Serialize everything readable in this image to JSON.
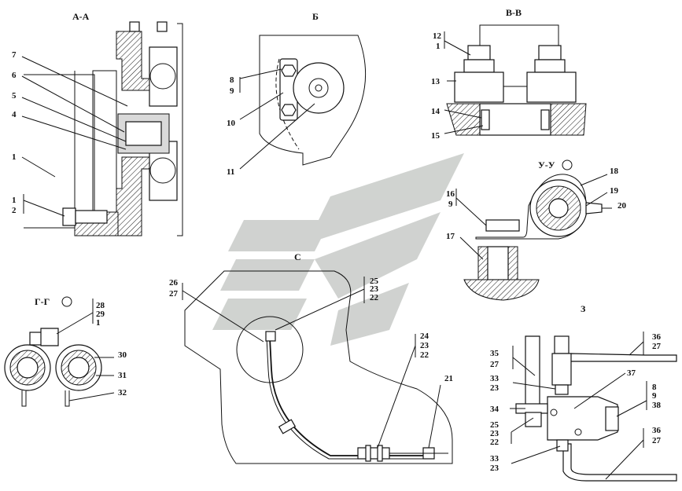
{
  "views": {
    "aa": {
      "title": "А-А",
      "callouts": [
        "7",
        "6",
        "5",
        "4",
        "1",
        "1",
        "2"
      ]
    },
    "b": {
      "title": "Б",
      "callouts": [
        "8",
        "9",
        "10",
        "11"
      ]
    },
    "vv": {
      "title": "В-В",
      "callouts": [
        "12",
        "1",
        "13",
        "14",
        "15"
      ]
    },
    "uu": {
      "title": "У-У",
      "callouts": [
        "18",
        "19",
        "20",
        "16",
        "9",
        "17"
      ]
    },
    "c": {
      "title": "С",
      "callouts": [
        "26",
        "27",
        "25",
        "23",
        "22",
        "24",
        "23",
        "22",
        "21"
      ]
    },
    "gg": {
      "title": "Г-Г",
      "callouts": [
        "28",
        "29",
        "1",
        "30",
        "31",
        "32"
      ]
    },
    "z": {
      "title": "З",
      "callouts": [
        "36",
        "27",
        "35",
        "27",
        "37",
        "33",
        "23",
        "8",
        "9",
        "38",
        "34",
        "25",
        "23",
        "22",
        "33",
        "23",
        "36",
        "27"
      ]
    }
  },
  "colors": {
    "watermark": "#c8cbc8",
    "line": "#111111",
    "background": "#ffffff"
  }
}
